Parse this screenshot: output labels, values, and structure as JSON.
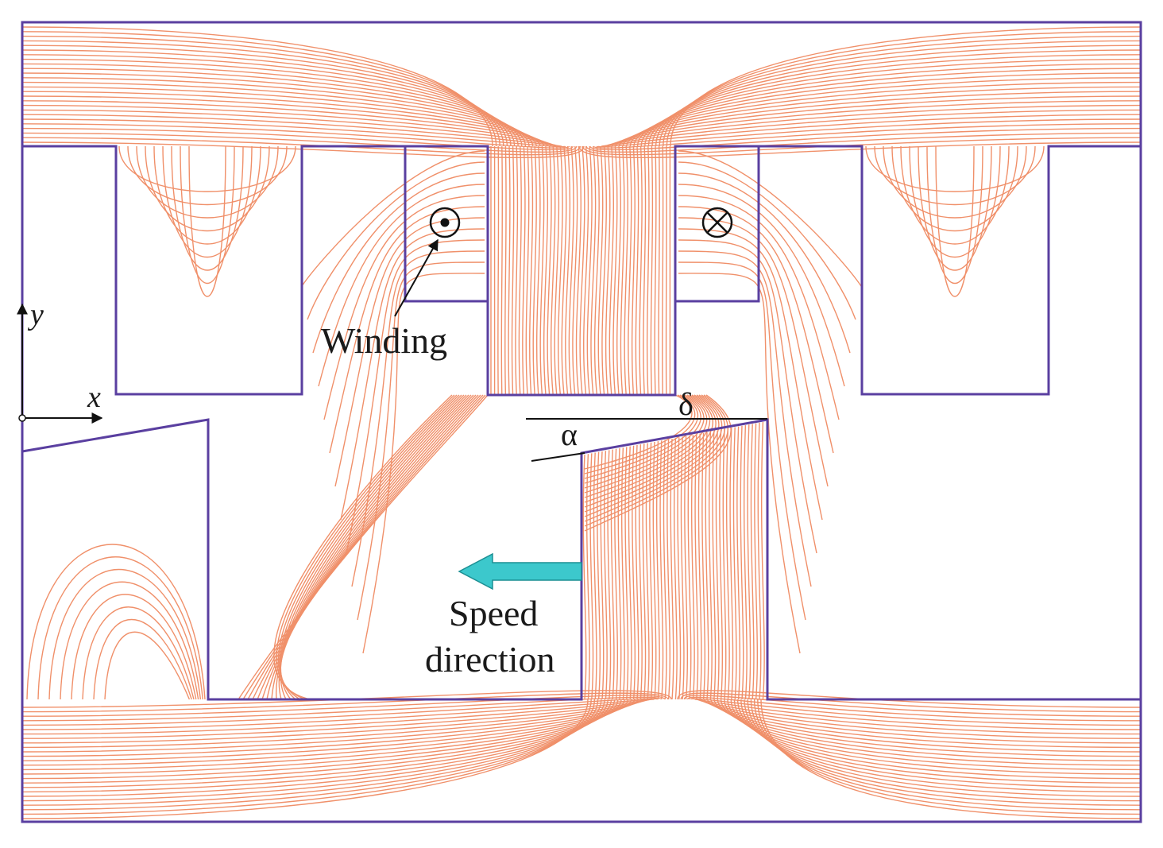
{
  "labels": {
    "winding": "Winding",
    "speed_line1": "Speed",
    "speed_line2": "direction",
    "axis_x": "x",
    "axis_y": "y",
    "alpha": "α",
    "delta": "δ"
  },
  "symbols": {
    "current_out": "dot-in-circle-icon",
    "current_in": "cross-in-circle-icon"
  },
  "colors": {
    "outline": "#5a3fa0",
    "flux_lines": "#f0906a",
    "arrow_fill": "#3cc8cc",
    "text": "#1a1a1a",
    "background": "#ffffff"
  }
}
